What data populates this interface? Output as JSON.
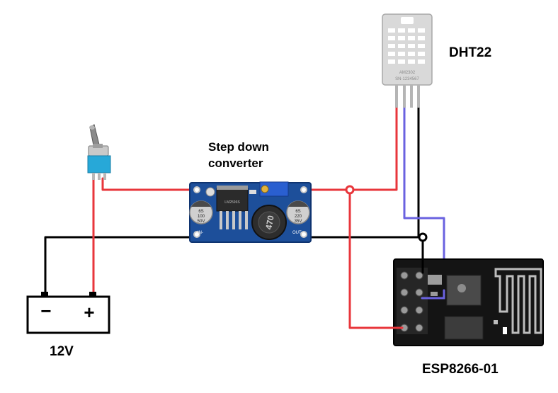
{
  "labels": {
    "dht": "DHT22",
    "converter_line1": "Step down",
    "converter_line2": "converter",
    "battery": "12V",
    "esp": "ESP8266-01"
  },
  "battery": {
    "minus": "−",
    "plus": "+"
  },
  "converter": {
    "cap_left": [
      "6S",
      "100",
      "50V"
    ],
    "cap_right": [
      "6S",
      "220",
      "35V"
    ],
    "inductor": "470",
    "in_label": "IN-",
    "out_label": "OUT-"
  },
  "sensor": {
    "print_line1": "AM2302",
    "print_line2": "SN-1234567"
  },
  "colors": {
    "wire_red": "#e8363b",
    "wire_black": "#000000",
    "wire_blue": "#6a62e0",
    "pcb_blue": "#1d4f9a",
    "esp_board": "#141414",
    "sensor_body": "#d9d9d9"
  }
}
